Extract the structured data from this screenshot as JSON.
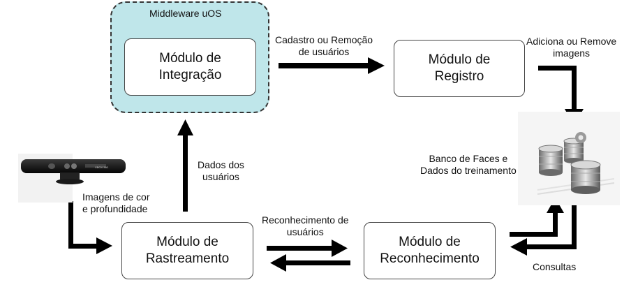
{
  "middleware": {
    "title": "Middleware uOS"
  },
  "modules": {
    "integracao": {
      "line1": "Módulo de",
      "line2": "Integração"
    },
    "registro": {
      "line1": "Módulo de",
      "line2": "Registro"
    },
    "rastreamento": {
      "line1": "Módulo de",
      "line2": "Rastreamento"
    },
    "reconhecimento": {
      "line1": "Módulo de",
      "line2": "Reconhecimento"
    }
  },
  "labels": {
    "cadastro": {
      "line1": "Cadastro ou Remoção",
      "line2": "de usuários"
    },
    "adiciona": {
      "line1": "Adiciona ou Remove",
      "line2": "imagens"
    },
    "banco": {
      "line1": "Banco de Faces e",
      "line2": "Dados do treinamento"
    },
    "dados": {
      "line1": "Dados dos",
      "line2": "usuários"
    },
    "imagens": {
      "line1": "Imagens de cor",
      "line2": "e profundidade"
    },
    "reconhecimento": {
      "line1": "Reconhecimento de",
      "line2": "usuários"
    },
    "consultas": "Consultas"
  },
  "sensor": {
    "brand": "XBOX 360"
  }
}
